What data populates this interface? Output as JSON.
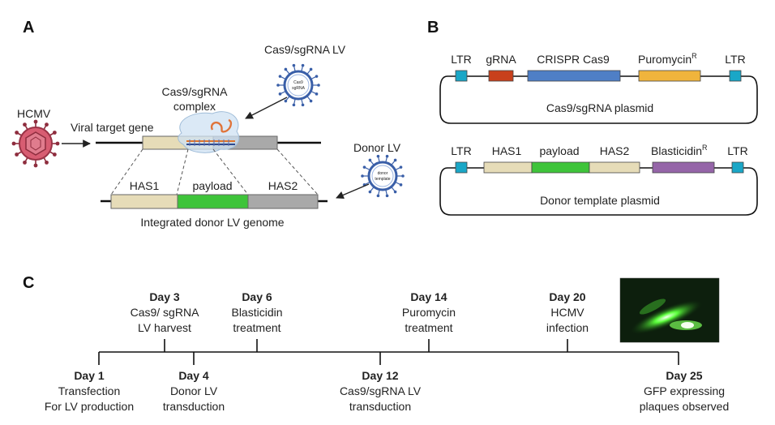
{
  "panels": {
    "a": "A",
    "b": "B",
    "c": "C"
  },
  "panel_a": {
    "cas9_lv_title": "Cas9/sgRNA LV",
    "cas9_virion_l1": "Cas9",
    "cas9_virion_l2": "sgRNA",
    "complex_l1": "Cas9/sgRNA",
    "complex_l2": "complex",
    "hcmv": "HCMV",
    "viral_target_gene": "Viral target gene",
    "donor_lv": "Donor LV",
    "donor_virion_l1": "donor",
    "donor_virion_l2": "template",
    "seg_has1": "HAS1",
    "seg_payload": "payload",
    "seg_has2": "HAS2",
    "integrated_caption": "Integrated donor LV genome"
  },
  "panel_b": {
    "plasmid1": {
      "ltr_left": "LTR",
      "grna": "gRNA",
      "cas9": "CRISPR Cas9",
      "puro": "Puromycin",
      "puro_sup": "R",
      "ltr_right": "LTR",
      "name": "Cas9/sgRNA plasmid"
    },
    "plasmid2": {
      "ltr_left": "LTR",
      "has1": "HAS1",
      "payload": "payload",
      "has2": "HAS2",
      "blast": "Blasticidin",
      "blast_sup": "R",
      "ltr_right": "LTR",
      "name": "Donor template plasmid"
    }
  },
  "panel_c": {
    "timeline_above": [
      {
        "day": "Day 3",
        "l1": "Cas9/ sgRNA",
        "l2": "LV harvest"
      },
      {
        "day": "Day 6",
        "l1": "Blasticidin",
        "l2": "treatment"
      },
      {
        "day": "Day 14",
        "l1": "Puromycin",
        "l2": "treatment"
      },
      {
        "day": "Day 20",
        "l1": "HCMV",
        "l2": "infection"
      }
    ],
    "timeline_below": [
      {
        "day": "Day 1",
        "l1": "Transfection",
        "l2": "For LV production"
      },
      {
        "day": "Day 4",
        "l1": "Donor LV",
        "l2": "transduction"
      },
      {
        "day": "Day 12",
        "l1": "Cas9/sgRNA LV",
        "l2": "transduction"
      },
      {
        "day": "Day 25",
        "l1": "GFP expressing",
        "l2": "plaques observed"
      }
    ]
  },
  "colors": {
    "ltr": "#1aa7c7",
    "grna": "#c8401c",
    "cas9": "#4f7fc6",
    "puro": "#f0b43c",
    "has": "#e6dcb8",
    "payload": "#3ec43a",
    "has2": "#a9a9a9",
    "blast": "#9565a8",
    "hcmv": "#c2455a",
    "lv_spike": "#3a5fa8"
  }
}
